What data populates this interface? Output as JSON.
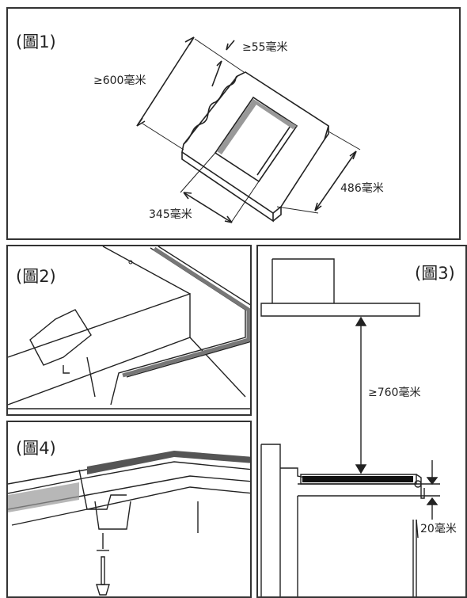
{
  "fig1": {
    "label": "(圖1)",
    "dim_depth": "≥55毫米",
    "dim_width": "≥600毫米",
    "dim_cut_height": "486毫米",
    "dim_cut_width": "345毫米"
  },
  "fig2": {
    "label": "(圖2)"
  },
  "fig3": {
    "label": "(圖3)",
    "dim_hood": "≥760毫米",
    "dim_gap": "20毫米"
  },
  "fig4": {
    "label": "(圖4)"
  }
}
